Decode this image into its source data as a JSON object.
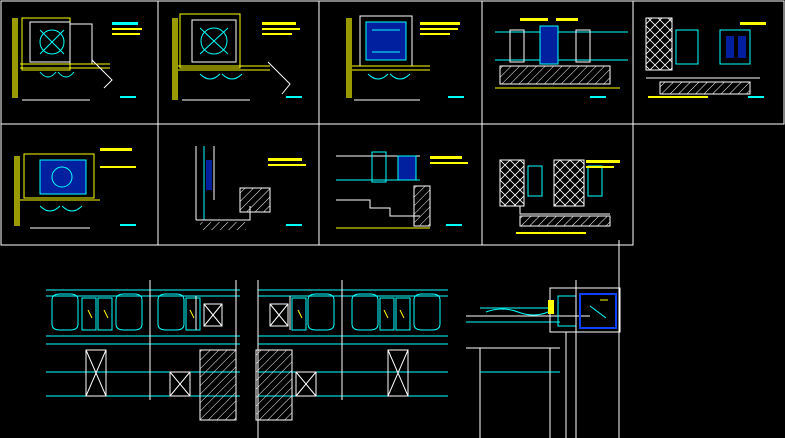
{
  "document": {
    "view": "cad-model-space"
  },
  "colors": {
    "background": "#000000",
    "frame": "#ffffff",
    "primary": "#00ffff",
    "secondary": "#0000ff",
    "accent": "#ffff00",
    "panel_blue": "#1040ff"
  },
  "sheets_row1": [
    {
      "id": "sheet-1",
      "kind": "section-detail-a"
    },
    {
      "id": "sheet-2",
      "kind": "section-detail-b"
    },
    {
      "id": "sheet-3",
      "kind": "section-detail-c"
    },
    {
      "id": "sheet-4",
      "kind": "plan-detail-a"
    },
    {
      "id": "sheet-5",
      "kind": "plan-detail-b"
    }
  ],
  "sheets_row2": [
    {
      "id": "sheet-6",
      "kind": "section-detail-d"
    },
    {
      "id": "sheet-7",
      "kind": "wall-section"
    },
    {
      "id": "sheet-8",
      "kind": "stair-section"
    },
    {
      "id": "sheet-9",
      "kind": "hatched-plan"
    }
  ],
  "loose_details": [
    {
      "id": "detail-plan-left",
      "kind": "curtain-wall-plan"
    },
    {
      "id": "detail-plan-middle",
      "kind": "curtain-wall-plan"
    },
    {
      "id": "detail-corner",
      "kind": "corner-section"
    }
  ]
}
